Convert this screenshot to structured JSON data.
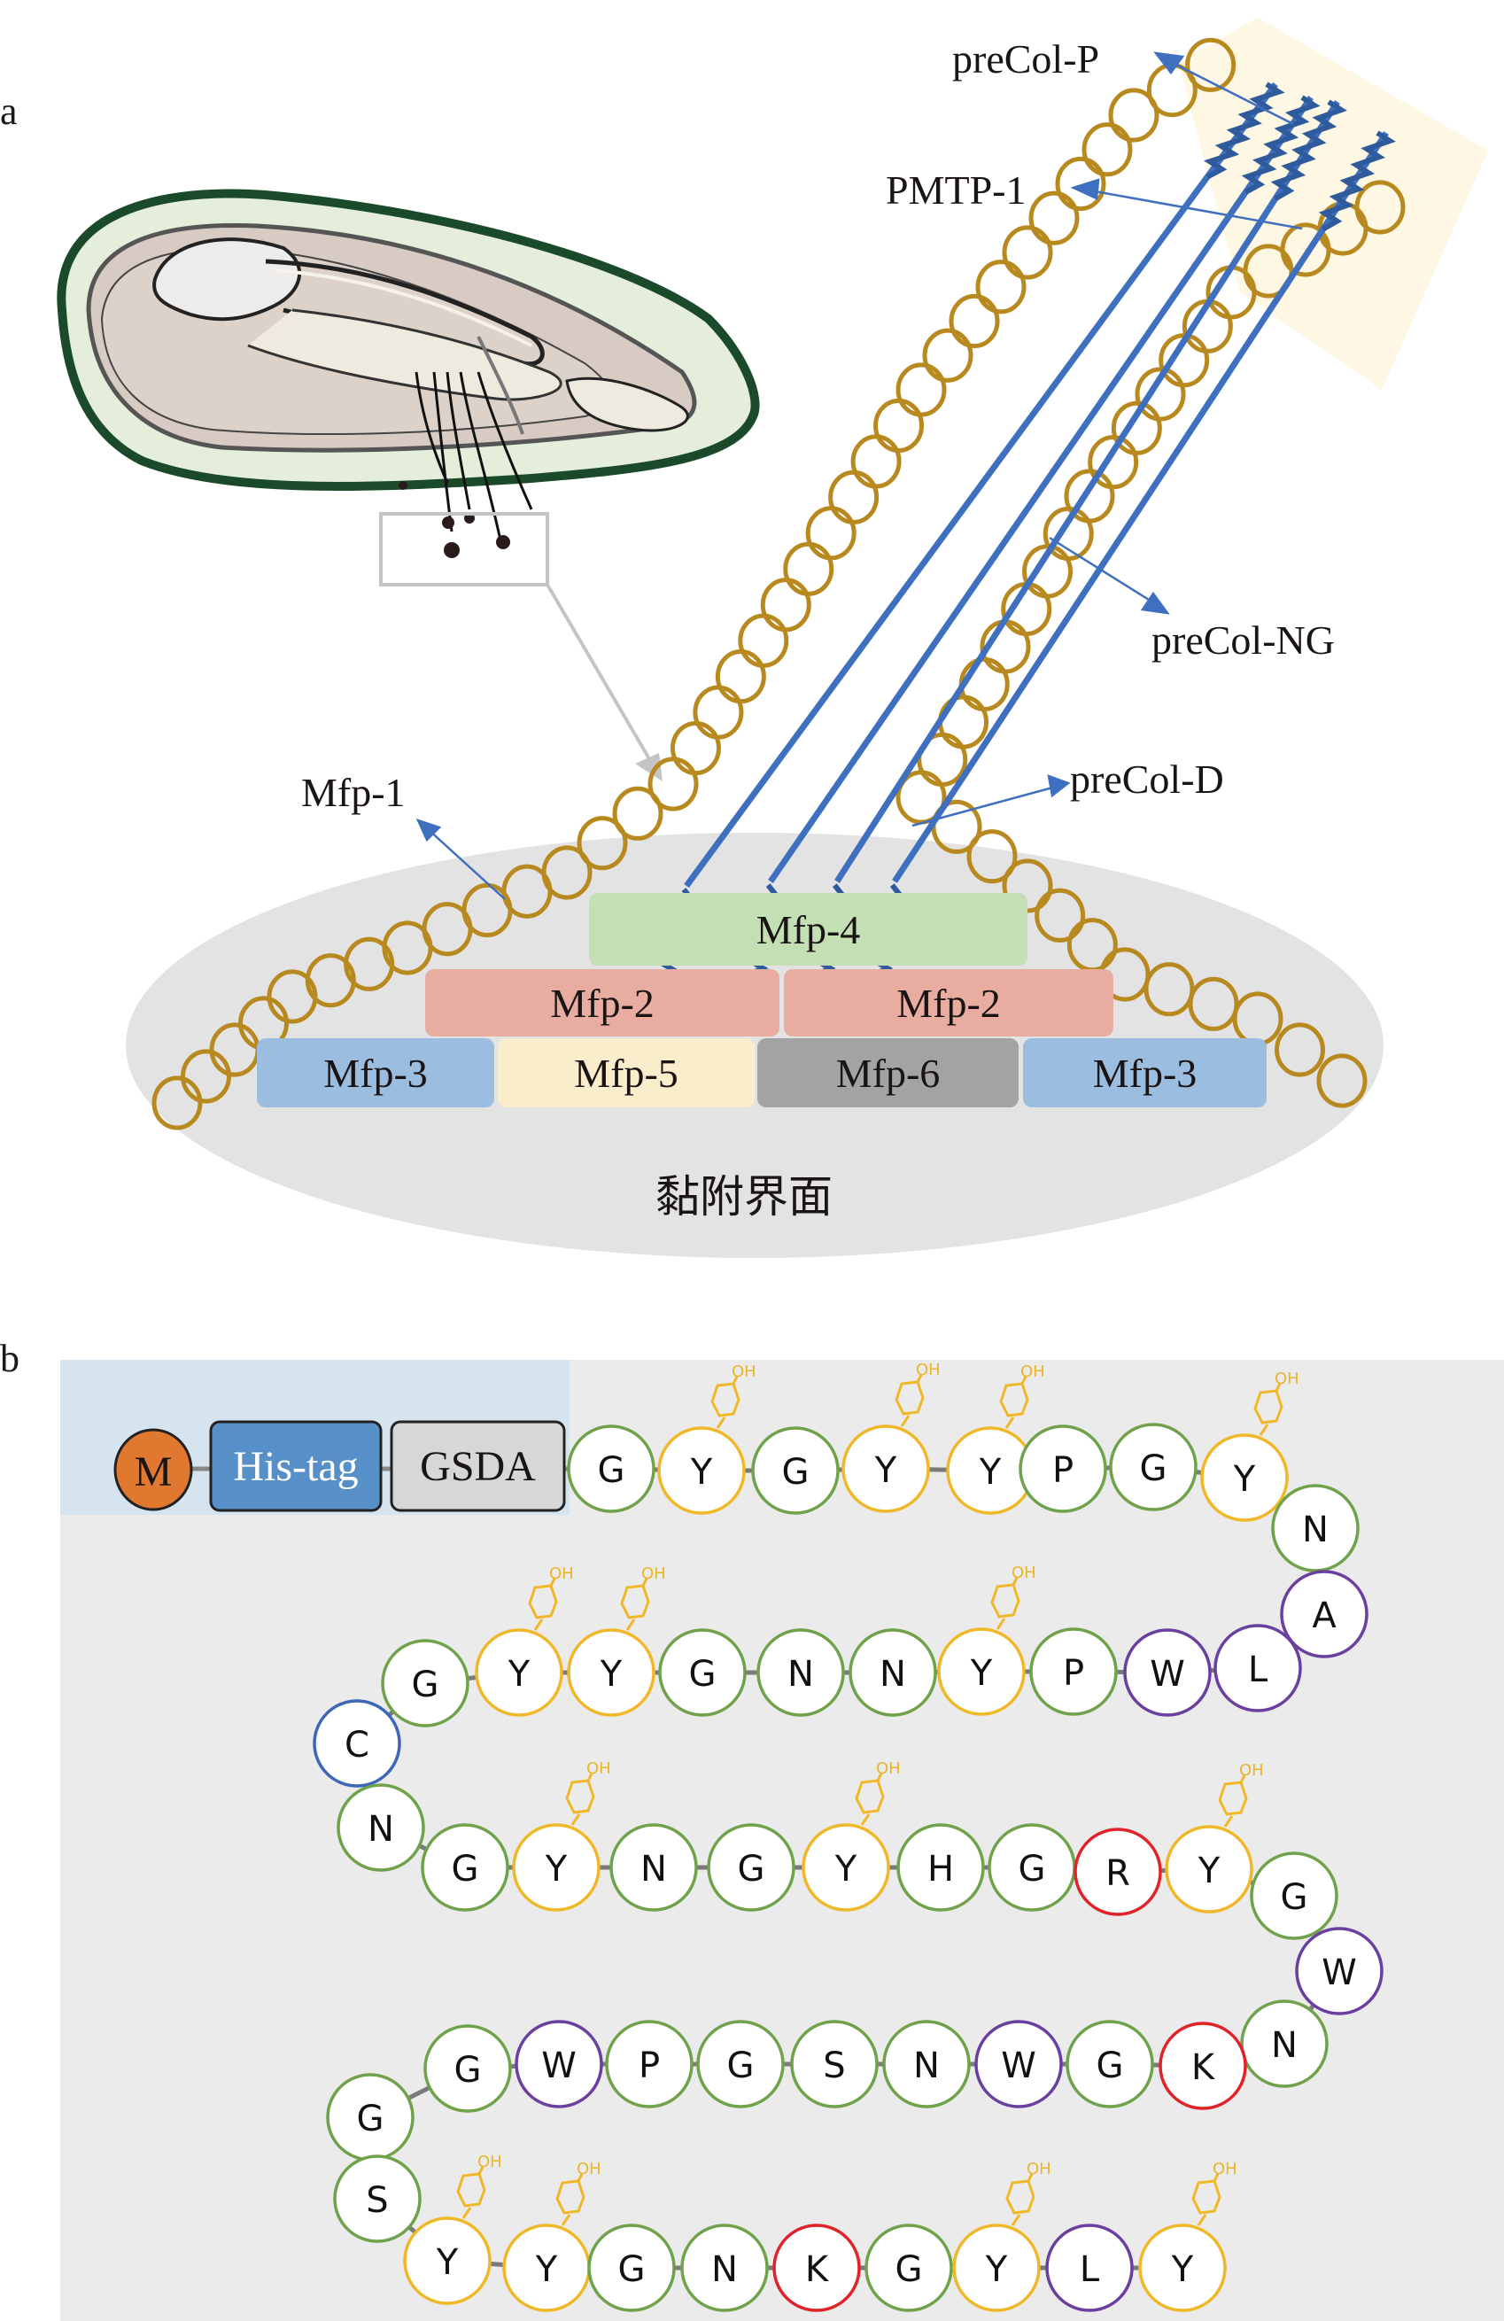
{
  "panels": {
    "a": {
      "label": "a",
      "labels": {
        "precol_p": "preCol-P",
        "pmtp1": "PMTP-1",
        "precol_ng": "preCol-NG",
        "precol_d": "preCol-D",
        "mfp1": "Mfp-1",
        "interface": "黏附界面"
      },
      "plaque_blocks": [
        {
          "label": "Mfp-4",
          "color": "#c3dfb3",
          "row": 0
        },
        {
          "label": "Mfp-2",
          "color": "#e8ada0",
          "row": 1
        },
        {
          "label": "Mfp-2",
          "color": "#e8ada0",
          "row": 1
        },
        {
          "label": "Mfp-3",
          "color": "#9bbde0",
          "row": 2
        },
        {
          "label": "Mfp-5",
          "color": "#faedcb",
          "row": 2
        },
        {
          "label": "Mfp-6",
          "color": "#a3a3a3",
          "row": 2
        },
        {
          "label": "Mfp-3",
          "color": "#9bbde0",
          "row": 2
        }
      ],
      "colors": {
        "mfp1_chain": "#b8891f",
        "collagen": "#3f6fbf",
        "arrow": "#3f6fbf",
        "interface_bg": "#e3e3e3",
        "distal_bg": "#fdf6e0",
        "zoom_box": "#c4c4c4"
      }
    },
    "b": {
      "label": "b",
      "tags": [
        {
          "label": "M",
          "color": "#e0782f",
          "shape": "circle"
        },
        {
          "label": "His-tag",
          "color": "#5790c8",
          "shape": "box"
        },
        {
          "label": "GSDA",
          "color": "#d7d7d7",
          "shape": "box"
        }
      ],
      "tag_region_color": "#d6e4f0",
      "background": "#ebebeb",
      "sequence": "GYGYYPGYNALWPYNNGYYGCNGYNGYHGRYGWNKGWNSGPWGGSYYGNKGYLY",
      "residue_colors": {
        "Y": "#f0b828",
        "G": "#6fa24a",
        "N": "#6fa24a",
        "P": "#6fa24a",
        "S": "#6fa24a",
        "H": "#6fa24a",
        "A": "#6a3fa0",
        "L": "#6a3fa0",
        "W": "#6a3fa0",
        "C": "#3d66b8",
        "R": "#e0232a",
        "K": "#e0232a"
      },
      "side_chain_label": "OH"
    }
  }
}
